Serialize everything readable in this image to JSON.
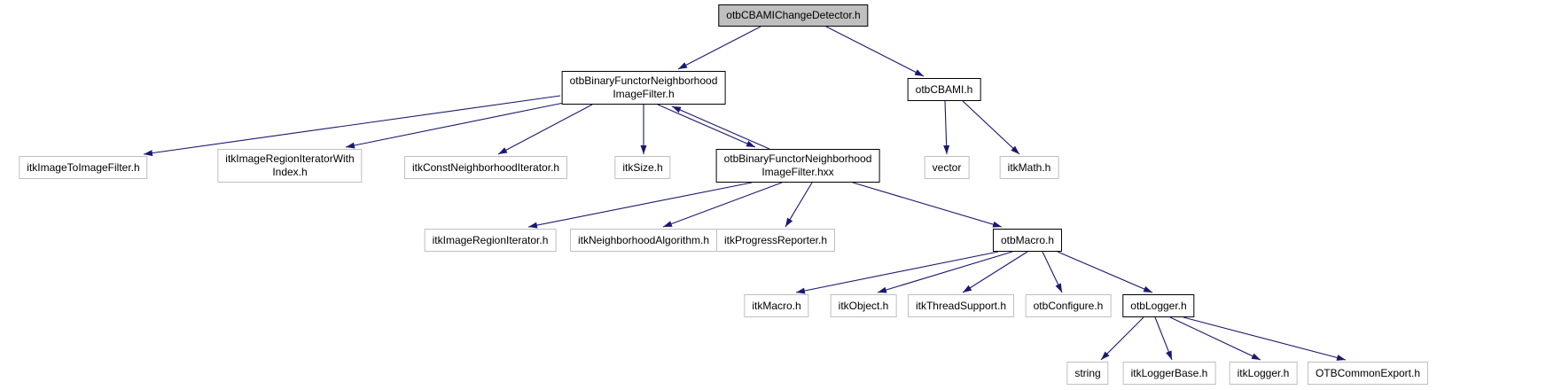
{
  "colors": {
    "background": "#ffffff",
    "edge": "#191970",
    "node_border": "#bfbfbf",
    "key_node_border": "#000000",
    "root_fill": "#bfbfbf",
    "text": "#000000"
  },
  "graph": {
    "title": "otbCBAMIChangeDetector.h include dependency graph",
    "nodes": [
      {
        "id": "root",
        "label": "otbCBAMIChangeDetector.h",
        "type": "root"
      },
      {
        "id": "binary-functor-h",
        "label": "otbBinaryFunctorNeighborhood\nImageFilter.h",
        "type": "key"
      },
      {
        "id": "cbami-h",
        "label": "otbCBAMI.h",
        "type": "key"
      },
      {
        "id": "image-to-image-filter",
        "label": "itkImageToImageFilter.h",
        "type": "leaf"
      },
      {
        "id": "region-iterator-with-index",
        "label": "itkImageRegionIteratorWith\nIndex.h",
        "type": "leaf"
      },
      {
        "id": "const-neighborhood-iterator",
        "label": "itkConstNeighborhoodIterator.h",
        "type": "leaf"
      },
      {
        "id": "size-h",
        "label": "itkSize.h",
        "type": "leaf"
      },
      {
        "id": "binary-functor-hxx",
        "label": "otbBinaryFunctorNeighborhood\nImageFilter.hxx",
        "type": "key"
      },
      {
        "id": "vector",
        "label": "vector",
        "type": "leaf"
      },
      {
        "id": "math-h",
        "label": "itkMath.h",
        "type": "leaf"
      },
      {
        "id": "image-region-iterator",
        "label": "itkImageRegionIterator.h",
        "type": "leaf"
      },
      {
        "id": "neighborhood-algorithm",
        "label": "itkNeighborhoodAlgorithm.h",
        "type": "leaf"
      },
      {
        "id": "progress-reporter",
        "label": "itkProgressReporter.h",
        "type": "leaf"
      },
      {
        "id": "otb-macro",
        "label": "otbMacro.h",
        "type": "key"
      },
      {
        "id": "itk-macro",
        "label": "itkMacro.h",
        "type": "leaf"
      },
      {
        "id": "itk-object",
        "label": "itkObject.h",
        "type": "leaf"
      },
      {
        "id": "thread-support",
        "label": "itkThreadSupport.h",
        "type": "leaf"
      },
      {
        "id": "configure-h",
        "label": "otbConfigure.h",
        "type": "leaf"
      },
      {
        "id": "logger-h",
        "label": "otbLogger.h",
        "type": "key"
      },
      {
        "id": "string",
        "label": "string",
        "type": "leaf"
      },
      {
        "id": "logger-base",
        "label": "itkLoggerBase.h",
        "type": "leaf"
      },
      {
        "id": "itk-logger",
        "label": "itkLogger.h",
        "type": "leaf"
      },
      {
        "id": "common-export",
        "label": "OTBCommonExport.h",
        "type": "leaf"
      }
    ],
    "edges": [
      {
        "from": "otbCBAMIChangeDetector.h",
        "to": "otbBinaryFunctorNeighborhoodImageFilter.h"
      },
      {
        "from": "otbCBAMIChangeDetector.h",
        "to": "otbCBAMI.h"
      },
      {
        "from": "otbBinaryFunctorNeighborhoodImageFilter.h",
        "to": "itkImageToImageFilter.h"
      },
      {
        "from": "otbBinaryFunctorNeighborhoodImageFilter.h",
        "to": "itkImageRegionIteratorWithIndex.h"
      },
      {
        "from": "otbBinaryFunctorNeighborhoodImageFilter.h",
        "to": "itkConstNeighborhoodIterator.h"
      },
      {
        "from": "otbBinaryFunctorNeighborhoodImageFilter.h",
        "to": "itkSize.h"
      },
      {
        "from": "otbBinaryFunctorNeighborhoodImageFilter.h",
        "to": "otbBinaryFunctorNeighborhoodImageFilter.hxx"
      },
      {
        "from": "otbBinaryFunctorNeighborhoodImageFilter.hxx",
        "to": "otbBinaryFunctorNeighborhoodImageFilter.h"
      },
      {
        "from": "otbCBAMI.h",
        "to": "vector"
      },
      {
        "from": "otbCBAMI.h",
        "to": "itkMath.h"
      },
      {
        "from": "otbBinaryFunctorNeighborhoodImageFilter.hxx",
        "to": "itkImageRegionIterator.h"
      },
      {
        "from": "otbBinaryFunctorNeighborhoodImageFilter.hxx",
        "to": "itkNeighborhoodAlgorithm.h"
      },
      {
        "from": "otbBinaryFunctorNeighborhoodImageFilter.hxx",
        "to": "itkProgressReporter.h"
      },
      {
        "from": "otbBinaryFunctorNeighborhoodImageFilter.hxx",
        "to": "otbMacro.h"
      },
      {
        "from": "otbMacro.h",
        "to": "itkMacro.h"
      },
      {
        "from": "otbMacro.h",
        "to": "itkObject.h"
      },
      {
        "from": "otbMacro.h",
        "to": "itkThreadSupport.h"
      },
      {
        "from": "otbMacro.h",
        "to": "otbConfigure.h"
      },
      {
        "from": "otbMacro.h",
        "to": "otbLogger.h"
      },
      {
        "from": "otbLogger.h",
        "to": "string"
      },
      {
        "from": "otbLogger.h",
        "to": "itkLoggerBase.h"
      },
      {
        "from": "otbLogger.h",
        "to": "itkLogger.h"
      },
      {
        "from": "otbLogger.h",
        "to": "OTBCommonExport.h"
      }
    ]
  }
}
